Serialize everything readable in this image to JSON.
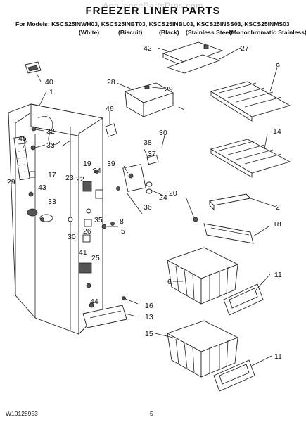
{
  "header": {
    "watermark": "AppliancePartsPros.com",
    "title": "FREEZER LINER PARTS",
    "models_line": "For Models: KSCS25INWH03, KSCS25INBT03, KSCS25INBL03, KSCS25INSS03, KSCS25INMS03",
    "finishes": [
      "(White)",
      "(Biscuit)",
      "(Black)",
      "(Stainless Steel)",
      "(Monochromatic Stainless)"
    ]
  },
  "callouts": [
    "42",
    "27",
    "40",
    "1",
    "28",
    "29",
    "9",
    "46",
    "32",
    "45",
    "33",
    "17",
    "30",
    "38",
    "37",
    "14",
    "39",
    "34",
    "19",
    "23",
    "22",
    "29",
    "43",
    "33",
    "24",
    "36",
    "20",
    "2",
    "8",
    "35",
    "26",
    "5",
    "30",
    "18",
    "41",
    "25",
    "6",
    "11",
    "44",
    "16",
    "13",
    "15",
    "11"
  ],
  "footer": {
    "doc_number": "W10128953",
    "page_number": "5"
  }
}
